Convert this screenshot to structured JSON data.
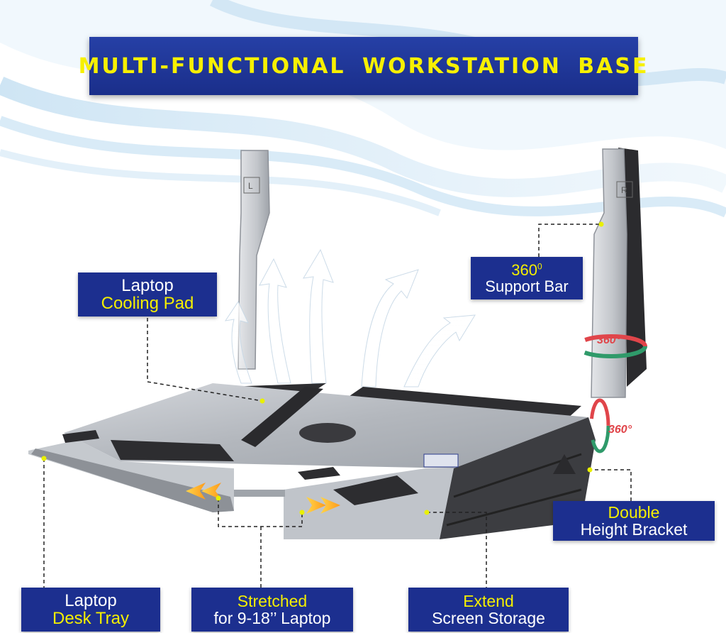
{
  "title": "MULTI-FUNCTIONAL  WORKSTATION  BASE",
  "labels": {
    "cooling_pad": {
      "line1": "Laptop",
      "line2": "Cooling Pad"
    },
    "support_bar": {
      "line1": "360",
      "sup": "0",
      "line2": "Support Bar"
    },
    "double_height": {
      "line1": "Double",
      "line2": "Height Bracket"
    },
    "desk_tray": {
      "line1": "Laptop",
      "line2": "Desk Tray"
    },
    "stretched": {
      "line1": "Stretched",
      "line2": "for 9-18’’ Laptop"
    },
    "extend": {
      "line1": "Extend",
      "line2": "Screen Storage"
    }
  },
  "rotation_badges": {
    "upper": "360°",
    "lower": "360°"
  },
  "bar_marks": {
    "left": "L",
    "right": "R"
  },
  "colors": {
    "banner": "#1c2f8f",
    "accent_yellow": "#f4ef00",
    "rotation_red": "#e0454a",
    "rotation_green": "#2f9a6a"
  }
}
